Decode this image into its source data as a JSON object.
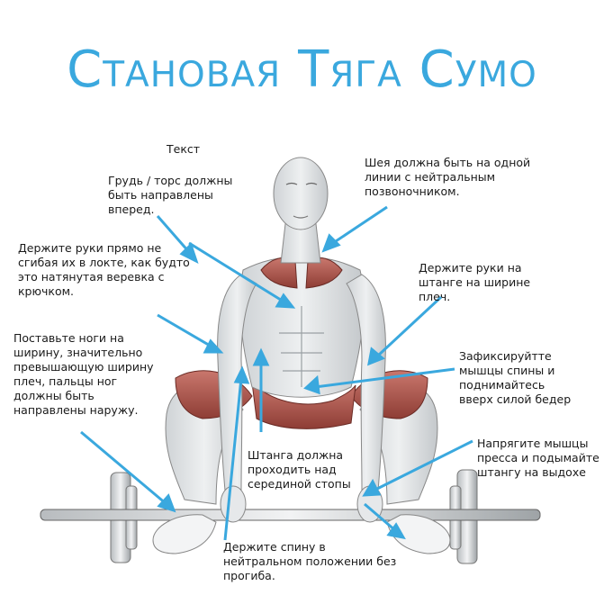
{
  "title": "Становая Тяга Сумо",
  "placeholder_label": "Текст",
  "accent_color": "#3aa8de",
  "notes": {
    "chest": "Грудь / торс должны\nбыть направлены\nвперед.",
    "neck": "Шея должна быть на одной\nлинии с нейтральным\nпозвоночником.",
    "arms_straight": "Держите руки прямо не\nсгибая их в локте, как будто\nэто натянутая веревка с\nкрючком.",
    "grip_width": "Держите руки на\nштанге на ширине\nплеч.",
    "feet": "Поставьте ноги на\nширину, значительно\nпревышающую ширину\nплеч, пальцы ног\nдолжны быть\nнаправлены наружу.",
    "fix_back": "Зафиксируйтте\nмышцы спины и\nподнимайтесь\nвверх силой бедер",
    "abs": "Напрягите мышцы\nпресса и подымайте\nштангу на выдохе",
    "bar_path": "Штанга должна\nпроходить над\nсерединой стопы",
    "neutral_back": "Держите спину в\nнейтральном положении без\nпрогиба."
  }
}
